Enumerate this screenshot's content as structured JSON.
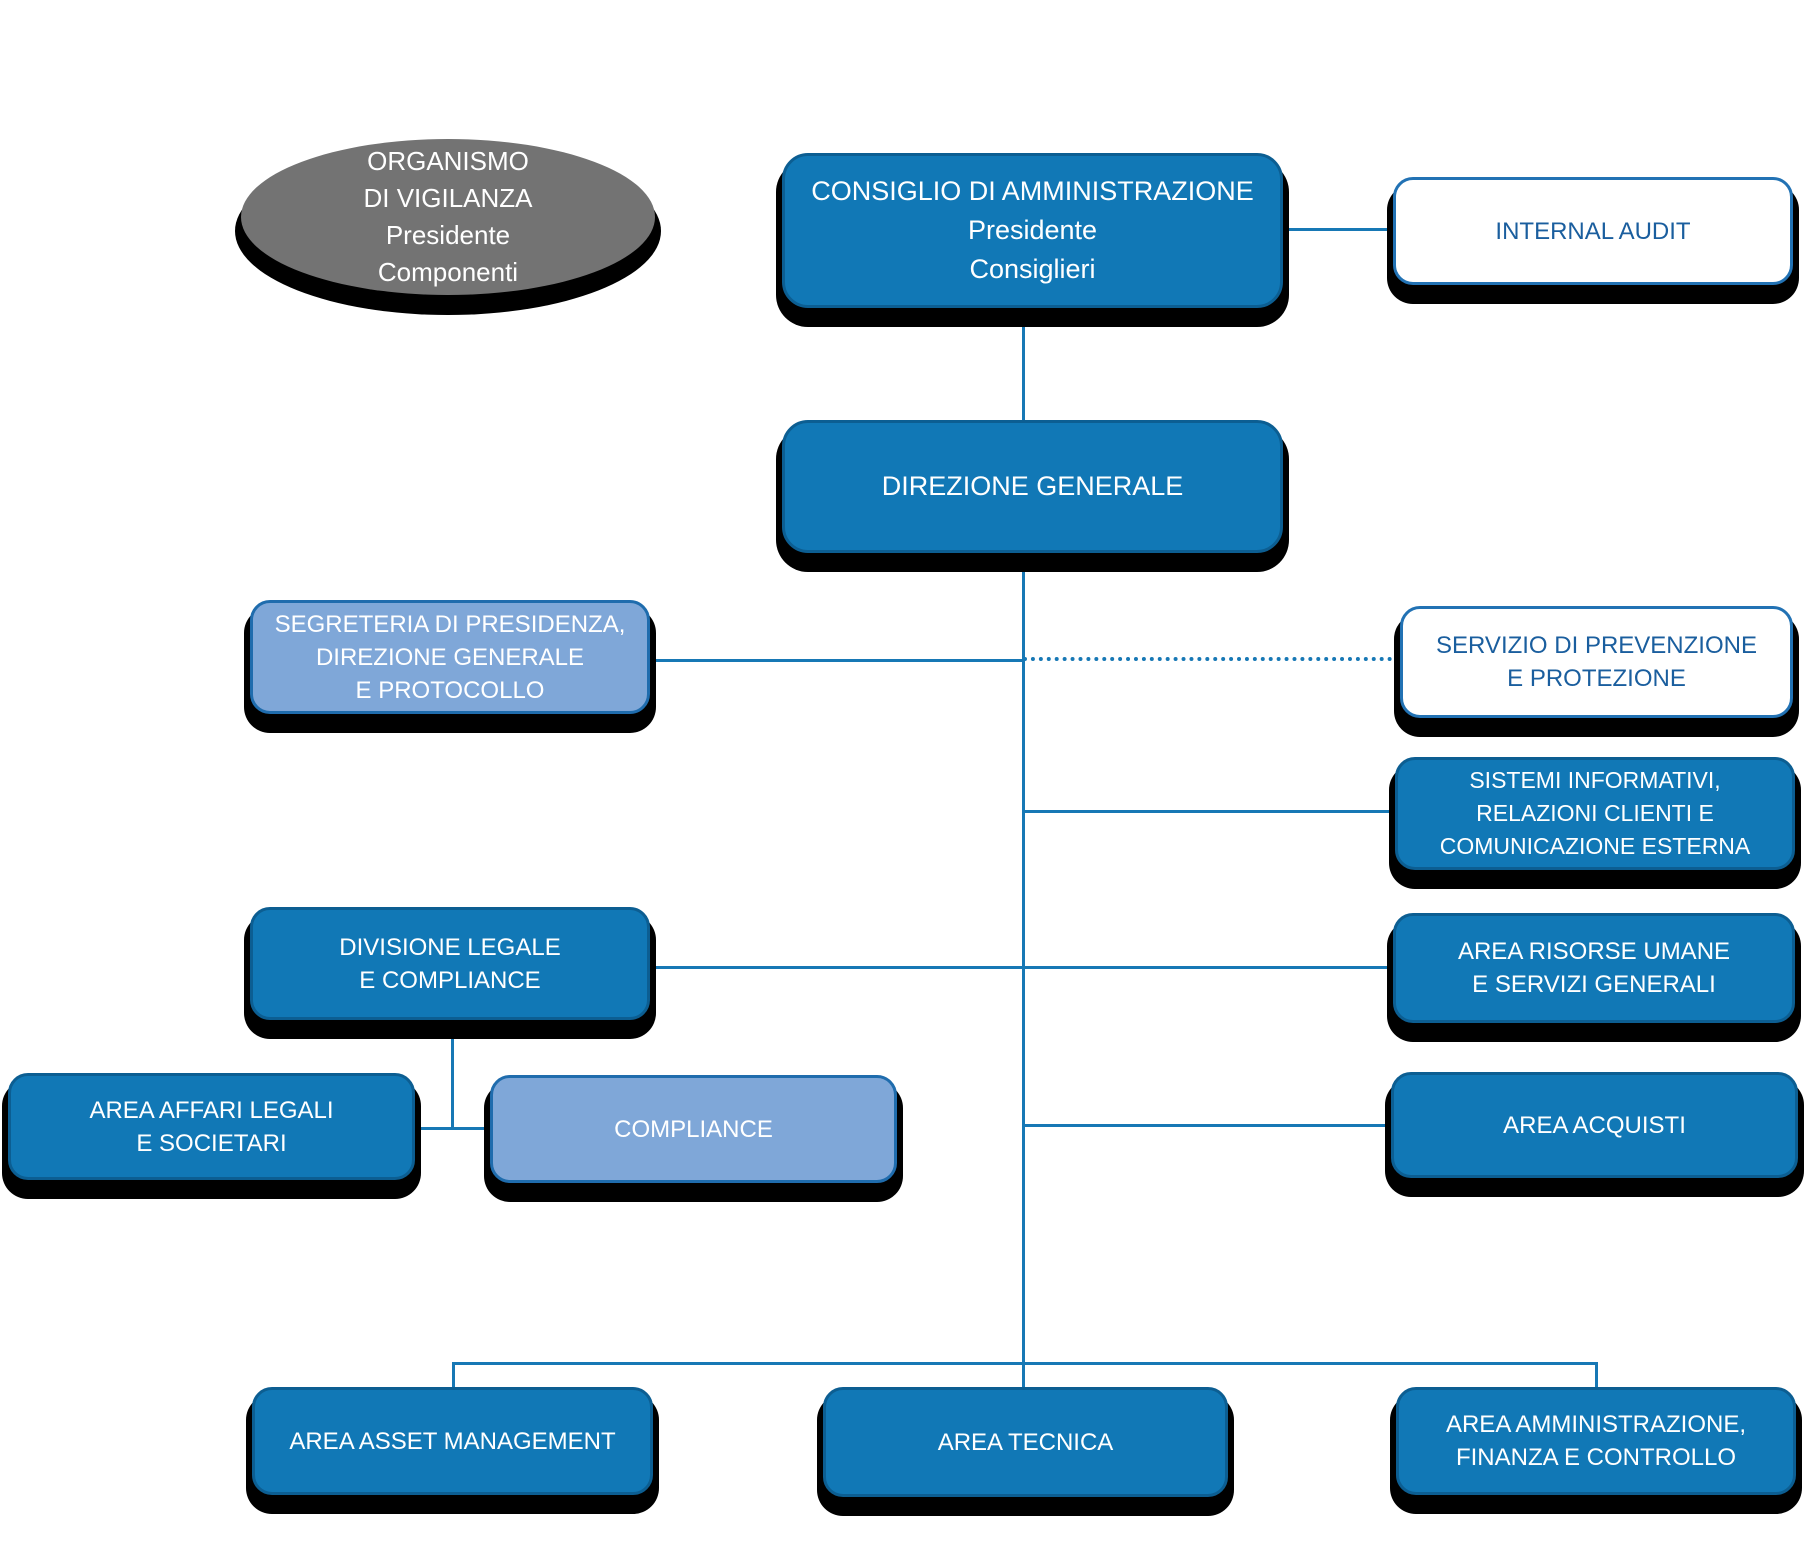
{
  "diagram_type": "organizational-chart",
  "language": "it",
  "colors": {
    "primary_fill": "#1178B6",
    "primary_border": "#0C5E92",
    "secondary_fill": "#7FA7D8",
    "secondary_border": "#1F6CAD",
    "outline_box_fill": "#FFFFFF",
    "outline_box_border": "#2272B4",
    "outline_box_text": "#1A5E9E",
    "supervisory_fill": "#737373",
    "connector": "#1778B5",
    "shadow": "#000000",
    "text_on_fill": "#FFFFFF"
  },
  "nodes": {
    "organismo_vigilanza": {
      "label": "ORGANISMO\nDI VIGILANZA\nPresidente\nComponenti",
      "shape": "ellipse",
      "style": "gray"
    },
    "consiglio": {
      "label": "CONSIGLIO DI AMMINISTRAZIONE\nPresidente\nConsiglieri",
      "shape": "rounded-box",
      "style": "blue"
    },
    "internal_audit": {
      "label": "INTERNAL AUDIT",
      "shape": "rounded-box",
      "style": "white-outline"
    },
    "direzione_generale": {
      "label": "DIREZIONE GENERALE",
      "shape": "rounded-box",
      "style": "blue"
    },
    "segreteria": {
      "label": "SEGRETERIA DI PRESIDENZA,\nDIREZIONE GENERALE\nE PROTOCOLLO",
      "shape": "rounded-box",
      "style": "light-blue"
    },
    "servizio_prevenzione": {
      "label": "SERVIZIO DI PREVENZIONE\nE PROTEZIONE",
      "shape": "rounded-box",
      "style": "white-outline"
    },
    "sistemi_informativi": {
      "label": "SISTEMI INFORMATIVI,\nRELAZIONI CLIENTI E\nCOMUNICAZIONE ESTERNA",
      "shape": "rounded-box",
      "style": "blue"
    },
    "divisione_legale": {
      "label": "DIVISIONE LEGALE\nE COMPLIANCE",
      "shape": "rounded-box",
      "style": "blue"
    },
    "area_risorse_umane": {
      "label": "AREA RISORSE UMANE\nE SERVIZI GENERALI",
      "shape": "rounded-box",
      "style": "blue"
    },
    "area_affari_legali": {
      "label": "AREA AFFARI LEGALI\nE SOCIETARI",
      "shape": "rounded-box",
      "style": "blue"
    },
    "compliance": {
      "label": "COMPLIANCE",
      "shape": "rounded-box",
      "style": "light-blue"
    },
    "area_acquisti": {
      "label": "AREA ACQUISTI",
      "shape": "rounded-box",
      "style": "blue"
    },
    "area_asset_management": {
      "label": "AREA ASSET MANAGEMENT",
      "shape": "rounded-box",
      "style": "blue"
    },
    "area_tecnica": {
      "label": "AREA TECNICA",
      "shape": "rounded-box",
      "style": "blue"
    },
    "area_amministrazione": {
      "label": "AREA AMMINISTRAZIONE,\nFINANZA E CONTROLLO",
      "shape": "rounded-box",
      "style": "blue"
    }
  },
  "edges": [
    {
      "from": "consiglio",
      "to": "internal_audit",
      "style": "solid"
    },
    {
      "from": "consiglio",
      "to": "direzione_generale",
      "style": "solid"
    },
    {
      "from": "direzione_generale",
      "to": "segreteria",
      "style": "solid"
    },
    {
      "from": "direzione_generale",
      "to": "servizio_prevenzione",
      "style": "dotted"
    },
    {
      "from": "direzione_generale",
      "to": "sistemi_informativi",
      "style": "solid"
    },
    {
      "from": "direzione_generale",
      "to": "divisione_legale",
      "style": "solid"
    },
    {
      "from": "direzione_generale",
      "to": "area_risorse_umane",
      "style": "solid"
    },
    {
      "from": "divisione_legale",
      "to": "area_affari_legali",
      "style": "solid"
    },
    {
      "from": "divisione_legale",
      "to": "compliance",
      "style": "solid"
    },
    {
      "from": "direzione_generale",
      "to": "area_acquisti",
      "style": "solid"
    },
    {
      "from": "direzione_generale",
      "to": "area_asset_management",
      "style": "solid"
    },
    {
      "from": "direzione_generale",
      "to": "area_tecnica",
      "style": "solid"
    },
    {
      "from": "direzione_generale",
      "to": "area_amministrazione",
      "style": "solid"
    }
  ]
}
